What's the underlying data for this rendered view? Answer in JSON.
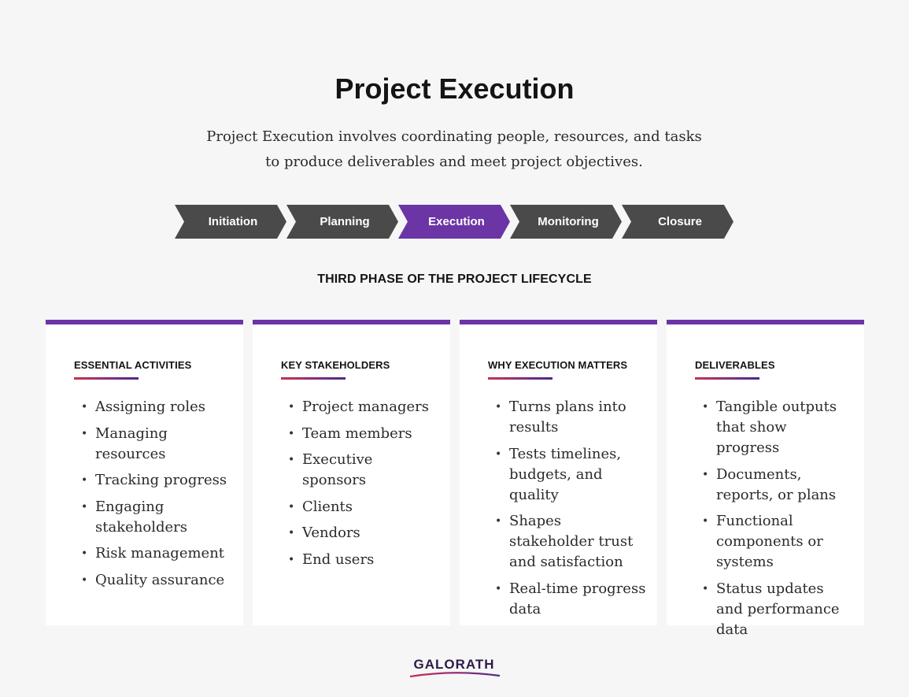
{
  "title": "Project Execution",
  "subtitle": "Project Execution involves coordinating people, resources, and tasks to produce deliverables and meet project objectives.",
  "phases": [
    {
      "label": "Initiation",
      "active": false
    },
    {
      "label": "Planning",
      "active": false
    },
    {
      "label": "Execution",
      "active": true
    },
    {
      "label": "Monitoring",
      "active": false
    },
    {
      "label": "Closure",
      "active": false
    }
  ],
  "section_heading": "THIRD PHASE OF THE PROJECT LIFECYCLE",
  "cards": [
    {
      "title": "ESSENTIAL ACTIVITIES",
      "items": [
        "Assigning roles",
        "Managing resources",
        "Tracking progress",
        "Engaging stakeholders",
        "Risk management",
        "Quality assurance"
      ]
    },
    {
      "title": "KEY STAKEHOLDERS",
      "items": [
        "Project managers",
        "Team members",
        "Executive sponsors",
        "Clients",
        "Vendors",
        "End users"
      ]
    },
    {
      "title": "WHY EXECUTION MATTERS",
      "items": [
        "Turns plans into results",
        "Tests timelines, budgets, and quality",
        "Shapes stakeholder trust and satisfaction",
        "Real-time progress data"
      ]
    },
    {
      "title": "DELIVERABLES",
      "items": [
        "Tangible outputs that show progress",
        "Documents, reports, or plans",
        "Functional components or systems",
        "Status updates and performance data"
      ]
    }
  ],
  "logo": {
    "text": "GALORATH"
  },
  "colors": {
    "accent": "#6b35a5",
    "phase_default": "#4a4a4a",
    "background": "#f6f6f6"
  },
  "bullet_char": "•"
}
